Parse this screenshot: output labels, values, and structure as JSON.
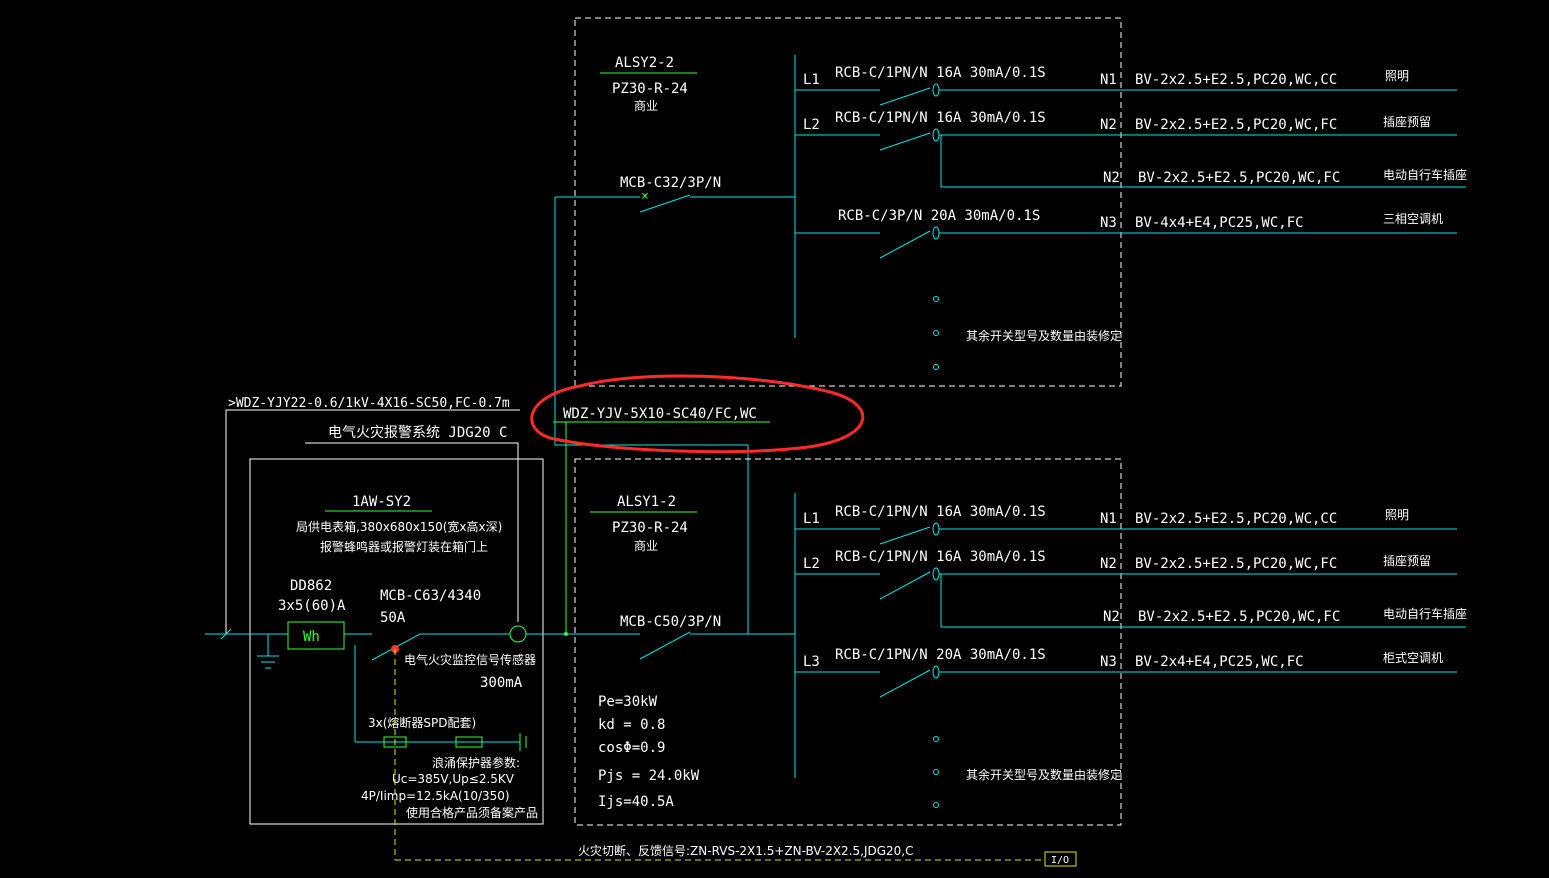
{
  "colors": {
    "background": "#000000",
    "wire": "#00e5e5",
    "box": "#ffffff",
    "green": "#33ff33",
    "dashed_signal": "#e5e500",
    "highlight": "#ff2a2a",
    "marker": "#ff3333"
  },
  "upper_panel": {
    "name": "ALSY2-2",
    "model": "PZ30-R-24",
    "usage": "商业",
    "main_breaker": "MCB-C32/3P/N",
    "circuits": [
      {
        "phase": "L1",
        "breaker": "RCB-C/1PN/N 16A 30mA/0.1S",
        "circuit": "N1",
        "cable": "BV-2x2.5+E2.5,PC20,WC,CC",
        "load": "照明"
      },
      {
        "phase": "L2",
        "breaker": "RCB-C/1PN/N 16A 30mA/0.1S",
        "circuit": "N2",
        "cable": "BV-2x2.5+E2.5,PC20,WC,FC",
        "load": "插座预留"
      },
      {
        "phase": "",
        "breaker": "",
        "circuit": "N2",
        "cable": "BV-2x2.5+E2.5,PC20,WC,FC",
        "load": "电动自行车插座"
      },
      {
        "phase": "",
        "breaker": "RCB-C/3P/N 20A 30mA/0.1S",
        "circuit": "N3",
        "cable": "BV-4x4+E4,PC25,WC,FC",
        "load": "三相空调机"
      }
    ],
    "note": "其余开关型号及数量由装修定"
  },
  "lower_panel": {
    "name": "ALSY1-2",
    "model": "PZ30-R-24",
    "usage": "商业",
    "main_breaker": "MCB-C50/3P/N",
    "circuits": [
      {
        "phase": "L1",
        "breaker": "RCB-C/1PN/N 16A 30mA/0.1S",
        "circuit": "N1",
        "cable": "BV-2x2.5+E2.5,PC20,WC,CC",
        "load": "照明"
      },
      {
        "phase": "L2",
        "breaker": "RCB-C/1PN/N 16A 30mA/0.1S",
        "circuit": "N2",
        "cable": "BV-2x2.5+E2.5,PC20,WC,FC",
        "load": "插座预留"
      },
      {
        "phase": "",
        "breaker": "",
        "circuit": "N2",
        "cable": "BV-2x2.5+E2.5,PC20,WC,FC",
        "load": "电动自行车插座"
      },
      {
        "phase": "L3",
        "breaker": "RCB-C/1PN/N 20A 30mA/0.1S",
        "circuit": "N3",
        "cable": "BV-2x4+E4,PC25,WC,FC",
        "load": "柜式空调机"
      }
    ],
    "note": "其余开关型号及数量由装修定",
    "calc": [
      "Pe=30kW",
      "kd = 0.8",
      "cosΦ=0.9",
      "Pjs = 24.0kW",
      "Ijs=40.5A"
    ]
  },
  "meter_box": {
    "name": "1AW-SY2",
    "desc1": "局供电表箱,380x680x150(宽x高x深)",
    "desc2": "报警蜂鸣器或报警灯装在箱门上",
    "meter_model": "DD862",
    "meter_rating": "3x5(60)A",
    "meter_symbol": "Wh",
    "breaker": "MCB-C63/4340",
    "breaker_rating": "50A",
    "sensor_label": "电气火灾监控信号传感器",
    "sensor_rating": "300mA",
    "spd_label": "3x(熔断器SPD配套)",
    "spd_param_title": "浪涌保护器参数:",
    "spd_param1": "Uc=385V,Up≤2.5KV",
    "spd_param2": "4P/Iimp=12.5kA(10/350)",
    "spd_param3": "使用合格产品须备案产品"
  },
  "incoming_cable": ">WDZ-YJY22-0.6/1kV-4X16-SC50,FC-0.7m",
  "fire_alarm": "电气火灾报警系统  JDG20 C",
  "feeder_cable": "WDZ-YJV-5X10-SC40/FC,WC",
  "fire_signal": "火灾切断、反馈信号:ZN-RVS-2X1.5+ZN-BV-2X2.5,JDG20,C",
  "io_label": "I/O"
}
